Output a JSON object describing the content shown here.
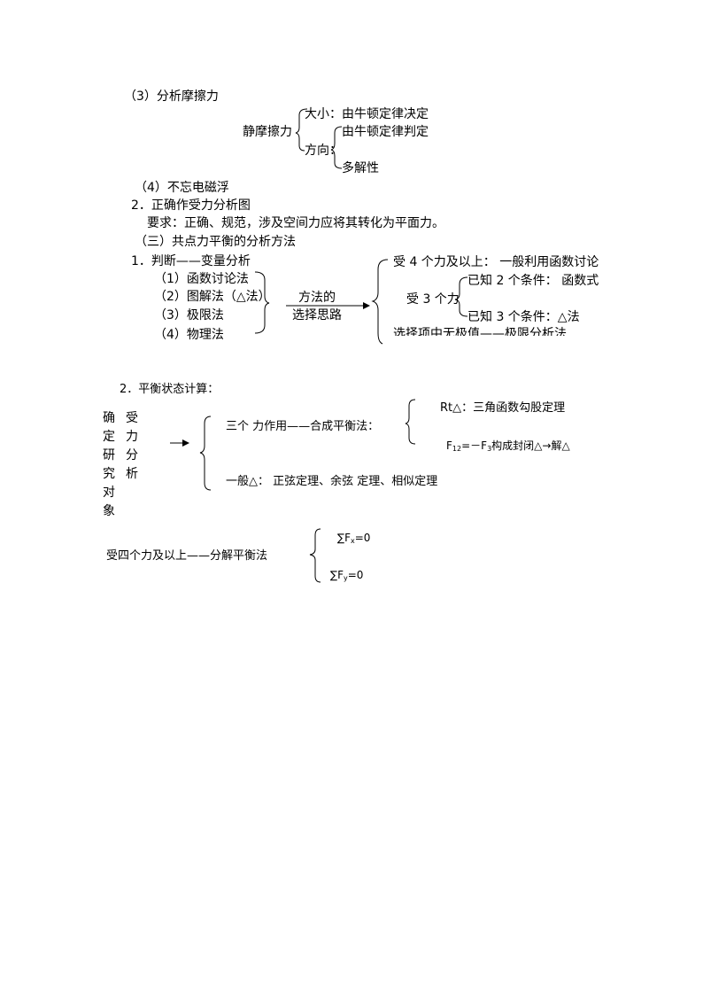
{
  "sec3": {
    "heading": "（3）分析摩擦力",
    "static_friction": "静摩擦力",
    "size_label": "大小：由牛顿定律决定",
    "direction_label": "方向：",
    "direction_rule": "由牛顿定律判定",
    "multiplicity": "多解性"
  },
  "sec4": {
    "heading": "（4）不忘电磁浮"
  },
  "part2": {
    "heading": "2．正确作受力分析图",
    "requirement": "要求：正确、规范，涉及空间力应将其转化为平面力。"
  },
  "part3": {
    "heading": "（三）共点力平衡的分析方法",
    "judge": "1．判断——变量分析",
    "methods": [
      "（1）函数讨论法",
      "（2）图解法（△法）",
      "（3）极限法",
      "（4）物理法"
    ],
    "choice_line1": "方法的",
    "choice_line2": "选择思路",
    "four_forces": "受 4 个力及以上：  一般利用函数讨论",
    "three_forces": "受 3 个力",
    "two_known": "已知 2 个条件：  函数式",
    "three_known": "已知 3 个条件：△法",
    "extreme": "选择项中无极值——极限分析法"
  },
  "part4": {
    "heading": "2．平衡状态计算：",
    "col1": "确定研究对象",
    "col2": "受力分析",
    "three_force": "三个 力作用——合成平衡法：",
    "rt": "Rt△：三角函数勾股定理",
    "f12_main": "F",
    "f12_sub": "12",
    "f12_mid": "=－F",
    "f12_sub3": "3",
    "f12_end": "构成封闭△→解△",
    "general": "一般△：    正弦定理、余弦 定理、相似定理",
    "four_force": "受四个力及以上——分解平衡法",
    "sum_fx": "∑F",
    "sum_fx_sub": "x",
    "sum_fx_eq": "=0",
    "sum_fy": "∑F",
    "sum_fy_sub": "y",
    "sum_fy_eq": "=0"
  }
}
